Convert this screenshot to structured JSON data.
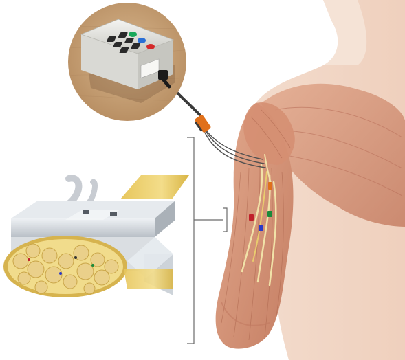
{
  "scene": {
    "kind": "medical illustration",
    "parts": [
      "stimulator-box",
      "cable",
      "connector",
      "arm-with-muscles",
      "electrode-leads",
      "nerve-cuff-electrode"
    ]
  },
  "stimulator": {
    "button_colors": [
      "#2a2a2a",
      "#2a2a2a",
      "#18a85a",
      "#2a2a2a",
      "#2a2a2a",
      "#2a6fd6",
      "#2a2a2a",
      "#2a2a2a",
      "#d42a2a"
    ],
    "label_lines": [
      "",
      "",
      ""
    ]
  },
  "electrodes": {
    "marker_colors": [
      "#e0701a",
      "#c0202a",
      "#1a8a3a",
      "#2a3ac8"
    ]
  },
  "colors": {
    "skin": "#f2d6c4",
    "muscle": "#d8967a",
    "nerve": "#e9cc6e",
    "cuff": "#d6dbe0",
    "wood": "#c9a37a",
    "connector": "#e0701a"
  }
}
